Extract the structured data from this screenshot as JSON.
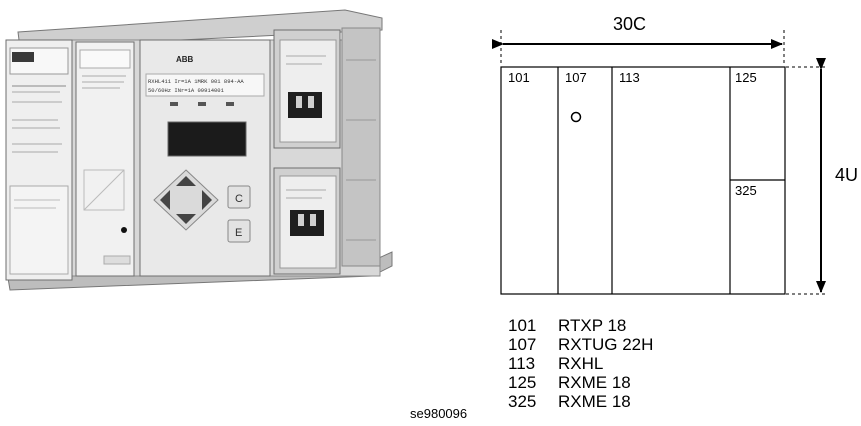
{
  "dimensions": {
    "width_label": "30C",
    "height_label": "4U"
  },
  "slots": [
    {
      "number": "101"
    },
    {
      "number": "107"
    },
    {
      "number": "113"
    },
    {
      "number": "125"
    },
    {
      "number": "325"
    }
  ],
  "device_front_text": {
    "display_line_1": "RXHL411  Ir=1A    1MRK 001 894-AA",
    "display_line_2": "50/60Hz  INr=1A         09914001",
    "brand": "ABB",
    "keys": [
      "C",
      "E"
    ]
  },
  "legend": [
    {
      "number": "101",
      "type": "RTXP 18"
    },
    {
      "number": "107",
      "type": "RXTUG 22H"
    },
    {
      "number": "113",
      "type": "RXHL"
    },
    {
      "number": "125",
      "type": "RXME 18"
    },
    {
      "number": "325",
      "type": "RXME 18"
    }
  ],
  "figure_ref": "se980096",
  "colors": {
    "line": "#000000",
    "device_light": "#e6e6e6",
    "device_dark": "#7a7a7a"
  }
}
